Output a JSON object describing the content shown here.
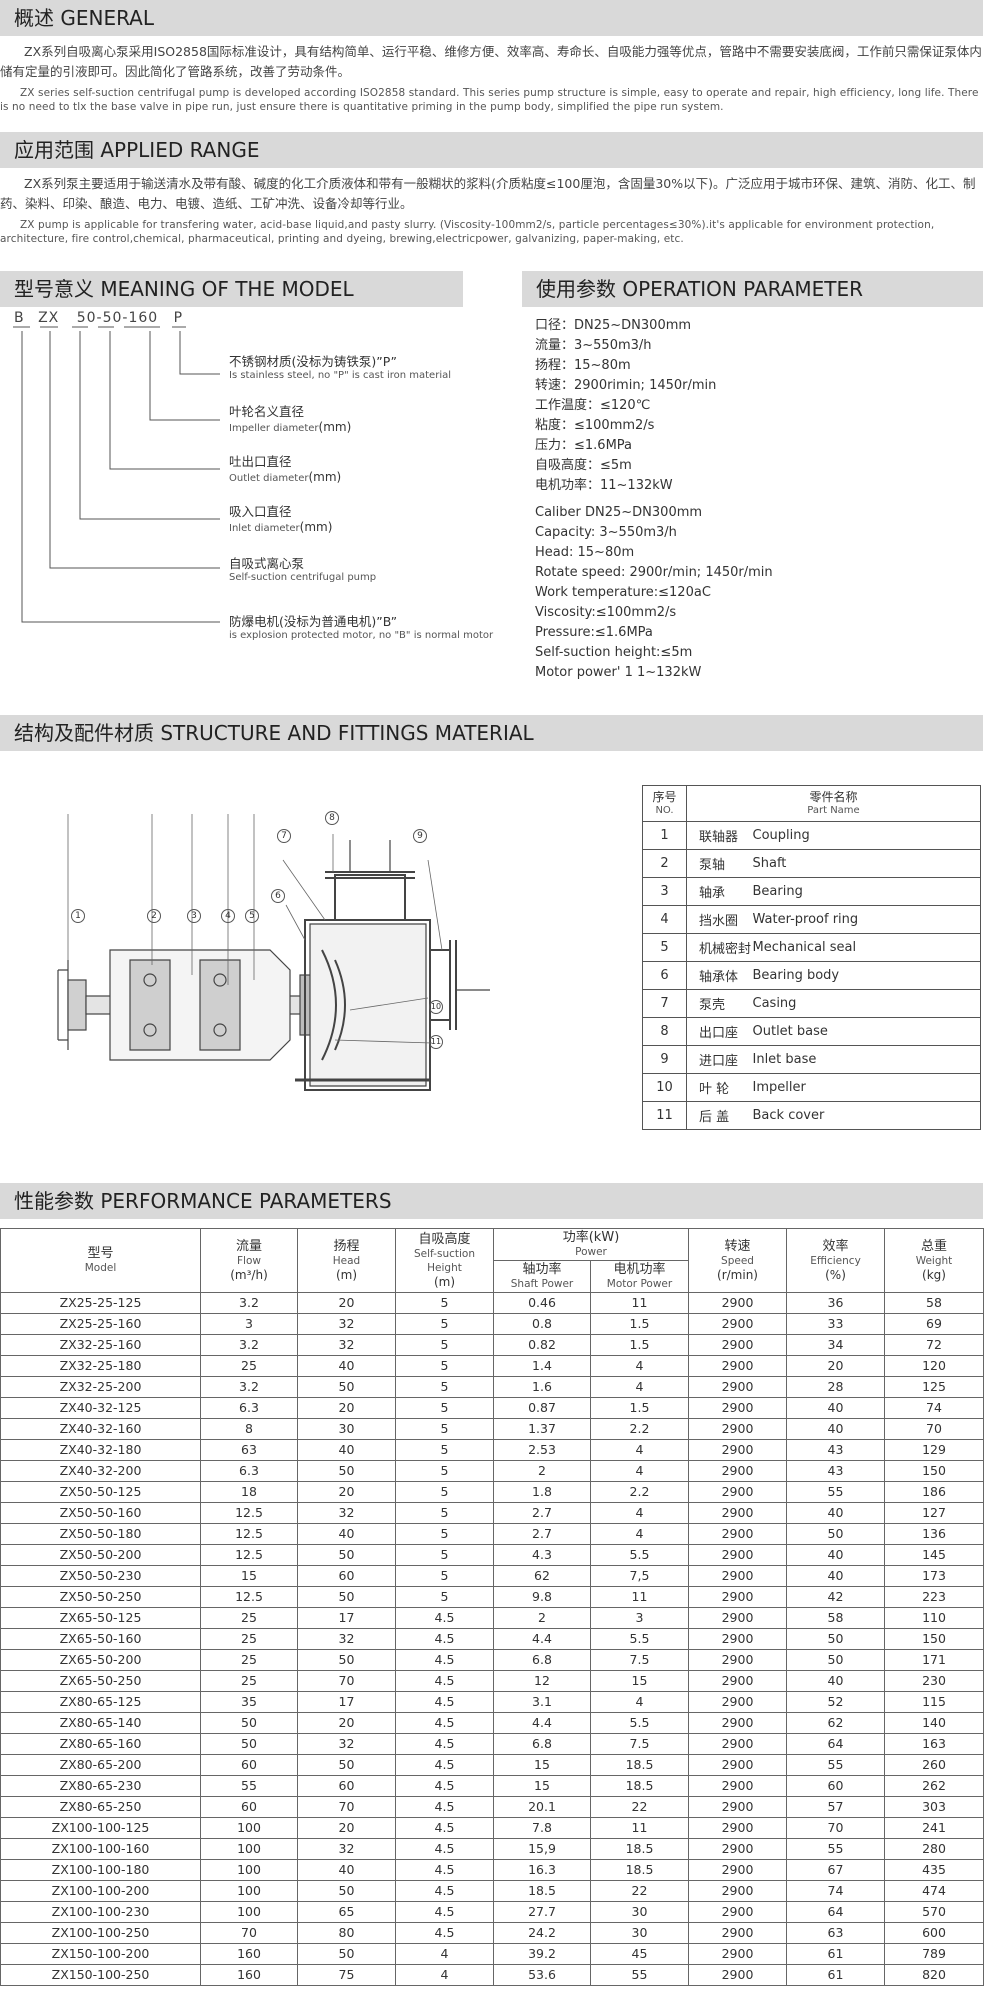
{
  "general": {
    "title": "概述 GENERAL",
    "cn": "ZX系列自吸离心泵采用ISO2858国际标准设计，具有结构简单、运行平稳、维修方便、效率高、寿命长、自吸能力强等优点，管路中不需要安装底阀，工作前只需保证泵体内储有定量的引液即可。因此简化了管路系统，改善了劳动条件。",
    "en": "ZX series self-suction centrifugal pump is developed according ISO2858 standard. This series pump structure is simple, easy to operate and repair, high efficiency, long life. There is no need to tlx the base valve in pipe run, just ensure there is quantitative priming in the pump body, simplified the pipe run system."
  },
  "applied": {
    "title": "应用范围 APPLIED RANGE",
    "cn": "ZX系列泵主要适用于输送清水及带有酸、碱度的化工介质液体和带有一般糊状的浆料(介质粘度≤100厘泡，含固量30%以下)。广泛应用于城市环保、建筑、消防、化工、制药、染料、印染、酿造、电力、电镀、造纸、工矿冲洗、设备冷却等行业。",
    "en": "ZX pump is applicable for transfering water, acid-base liquid,and pasty slurry. (Viscosity-100mm2/s, particle percentages≤30%).it's applicable for environment protection, architecture, fire control,chemical, pharmaceutical, printing and dyeing, brewing,electricpower, galvanizing, paper-making, etc."
  },
  "model": {
    "title": "型号意义 MEANING OF THE MODEL",
    "code": [
      "B",
      "ZX",
      "50",
      "-",
      "50",
      "-",
      "160",
      "P"
    ],
    "items": [
      {
        "cn": "不锈钢材质(没标为铸铁泵)”P”",
        "en": "Is stainless steel, no \"P\" is cast iron material"
      },
      {
        "cn": "叶轮名义直径",
        "en": "Impeller diameter",
        "unit": "(mm)"
      },
      {
        "cn": "吐出口直径",
        "en": "Outlet diameter",
        "unit": "(mm)"
      },
      {
        "cn": "吸入口直径",
        "en": "Inlet diameter",
        "unit": "(mm)"
      },
      {
        "cn": "自吸式离心泵",
        "en": "Self-suction centrifugal pump"
      },
      {
        "cn": "防爆电机(没标为普通电机)”B”",
        "en": "is explosion protected motor, no \"B\" is normal motor"
      }
    ]
  },
  "operation": {
    "title": "使用参数 OPERATION PARAMETER",
    "cn": [
      "口径：DN25~DN300mm",
      "流量：3~550m3/h",
      "扬程：15~80m",
      "转速：2900rimin; 1450r/min",
      "工作温度：≤120℃",
      "粘度：≤100mm2/s",
      "压力：≤1.6MPa",
      "自吸高度：≤5m",
      "电机功率：11~132kW"
    ],
    "en": [
      "Caliber DN25~DN300mm",
      "Capacity: 3~550m3/h",
      "Head: 15~80m",
      "Rotate speed: 2900r/min; 1450r/min",
      "Work temperature:≤120aC",
      "Viscosity:≤100mm2/s",
      "Pressure:≤1.6MPa",
      "Self-suction height:≤5m",
      "Motor power' 1 1~132kW"
    ]
  },
  "structure": {
    "title": "结构及配件材质 STRUCTURE AND FITTINGS MATERIAL",
    "head_no_cn": "序号",
    "head_no_en": "NO.",
    "head_name_cn": "零件名称",
    "head_name_en": "Part Name",
    "parts": [
      {
        "no": "1",
        "cn": "联轴器",
        "en": "Coupling"
      },
      {
        "no": "2",
        "cn": "泵轴",
        "en": "Shaft"
      },
      {
        "no": "3",
        "cn": "轴承",
        "en": "Bearing"
      },
      {
        "no": "4",
        "cn": "挡水圈",
        "en": "Water-proof ring"
      },
      {
        "no": "5",
        "cn": "机械密封",
        "en": "Mechanical seal"
      },
      {
        "no": "6",
        "cn": "轴承体",
        "en": "Bearing body"
      },
      {
        "no": "7",
        "cn": "泵壳",
        "en": "Casing"
      },
      {
        "no": "8",
        "cn": "出口座",
        "en": "Outlet base"
      },
      {
        "no": "9",
        "cn": "进口座",
        "en": "Inlet base"
      },
      {
        "no": "10",
        "cn": "叶 轮",
        "en": "Impeller"
      },
      {
        "no": "11",
        "cn": "后 盖",
        "en": "Back cover"
      }
    ],
    "callouts": [
      "1",
      "2",
      "3",
      "4",
      "5",
      "6",
      "7",
      "8",
      "9",
      "10",
      "11"
    ]
  },
  "performance": {
    "title": "性能参数 PERFORMANCE PARAMETERS",
    "headers": {
      "model_cn": "型号",
      "model_en": "Model",
      "flow_cn": "流量",
      "flow_en": "Flow",
      "flow_unit": "(m³/h)",
      "head_cn": "扬程",
      "head_en": "Head",
      "head_unit": "(m)",
      "suction_cn": "自吸高度",
      "suction_en": "Self-suction Height",
      "suction_unit": "(m)",
      "power_cn": "功率(kW)",
      "power_en": "Power",
      "shaft_cn": "轴功率",
      "shaft_en": "Shaft Power",
      "motor_cn": "电机功率",
      "motor_en": "Motor Power",
      "speed_cn": "转速",
      "speed_en": "Speed",
      "speed_unit": "(r/min)",
      "eff_cn": "效率",
      "eff_en": "Efficiency",
      "eff_unit": "(%)",
      "weight_cn": "总重",
      "weight_en": "Weight",
      "weight_unit": "(kg)"
    },
    "rows": [
      [
        "ZX25-25-125",
        "3.2",
        "20",
        "5",
        "0.46",
        "11",
        "2900",
        "36",
        "58"
      ],
      [
        "ZX25-25-160",
        "3",
        "32",
        "5",
        "0.8",
        "1.5",
        "2900",
        "33",
        "69"
      ],
      [
        "ZX32-25-160",
        "3.2",
        "32",
        "5",
        "0.82",
        "1.5",
        "2900",
        "34",
        "72"
      ],
      [
        "ZX32-25-180",
        "25",
        "40",
        "5",
        "1.4",
        "4",
        "2900",
        "20",
        "120"
      ],
      [
        "ZX32-25-200",
        "3.2",
        "50",
        "5",
        "1.6",
        "4",
        "2900",
        "28",
        "125"
      ],
      [
        "ZX40-32-125",
        "6.3",
        "20",
        "5",
        "0.87",
        "1.5",
        "2900",
        "40",
        "74"
      ],
      [
        "ZX40-32-160",
        "8",
        "30",
        "5",
        "1.37",
        "2.2",
        "2900",
        "40",
        "70"
      ],
      [
        "ZX40-32-180",
        "63",
        "40",
        "5",
        "2.53",
        "4",
        "2900",
        "43",
        "129"
      ],
      [
        "ZX40-32-200",
        "6.3",
        "50",
        "5",
        "2",
        "4",
        "2900",
        "43",
        "150"
      ],
      [
        "ZX50-50-125",
        "18",
        "20",
        "5",
        "1.8",
        "2.2",
        "2900",
        "55",
        "186"
      ],
      [
        "ZX50-50-160",
        "12.5",
        "32",
        "5",
        "2.7",
        "4",
        "2900",
        "40",
        "127"
      ],
      [
        "ZX50-50-180",
        "12.5",
        "40",
        "5",
        "2.7",
        "4",
        "2900",
        "50",
        "136"
      ],
      [
        "ZX50-50-200",
        "12.5",
        "50",
        "5",
        "4.3",
        "5.5",
        "2900",
        "40",
        "145"
      ],
      [
        "ZX50-50-230",
        "15",
        "60",
        "5",
        "62",
        "7,5",
        "2900",
        "40",
        "173"
      ],
      [
        "ZX50-50-250",
        "12.5",
        "50",
        "5",
        "9.8",
        "11",
        "2900",
        "42",
        "223"
      ],
      [
        "ZX65-50-125",
        "25",
        "17",
        "4.5",
        "2",
        "3",
        "2900",
        "58",
        "110"
      ],
      [
        "ZX65-50-160",
        "25",
        "32",
        "4.5",
        "4.4",
        "5.5",
        "2900",
        "50",
        "150"
      ],
      [
        "ZX65-50-200",
        "25",
        "50",
        "4.5",
        "6.8",
        "7.5",
        "2900",
        "50",
        "171"
      ],
      [
        "ZX65-50-250",
        "25",
        "70",
        "4.5",
        "12",
        "15",
        "2900",
        "40",
        "230"
      ],
      [
        "ZX80-65-125",
        "35",
        "17",
        "4.5",
        "3.1",
        "4",
        "2900",
        "52",
        "115"
      ],
      [
        "ZX80-65-140",
        "50",
        "20",
        "4.5",
        "4.4",
        "5.5",
        "2900",
        "62",
        "140"
      ],
      [
        "ZX80-65-160",
        "50",
        "32",
        "4.5",
        "6.8",
        "7.5",
        "2900",
        "64",
        "163"
      ],
      [
        "ZX80-65-200",
        "60",
        "50",
        "4.5",
        "15",
        "18.5",
        "2900",
        "55",
        "260"
      ],
      [
        "ZX80-65-230",
        "55",
        "60",
        "4.5",
        "15",
        "18.5",
        "2900",
        "60",
        "262"
      ],
      [
        "ZX80-65-250",
        "60",
        "70",
        "4.5",
        "20.1",
        "22",
        "2900",
        "57",
        "303"
      ],
      [
        "ZX100-100-125",
        "100",
        "20",
        "4.5",
        "7.8",
        "11",
        "2900",
        "70",
        "241"
      ],
      [
        "ZX100-100-160",
        "100",
        "32",
        "4.5",
        "15,9",
        "18.5",
        "2900",
        "55",
        "280"
      ],
      [
        "ZX100-100-180",
        "100",
        "40",
        "4.5",
        "16.3",
        "18.5",
        "2900",
        "67",
        "435"
      ],
      [
        "ZX100-100-200",
        "100",
        "50",
        "4.5",
        "18.5",
        "22",
        "2900",
        "74",
        "474"
      ],
      [
        "ZX100-100-230",
        "100",
        "65",
        "4.5",
        "27.7",
        "30",
        "2900",
        "64",
        "570"
      ],
      [
        "ZX100-100-250",
        "70",
        "80",
        "4.5",
        "24.2",
        "30",
        "2900",
        "63",
        "600"
      ],
      [
        "ZX150-100-200",
        "160",
        "50",
        "4",
        "39.2",
        "45",
        "2900",
        "61",
        "789"
      ],
      [
        "ZX150-100-250",
        "160",
        "75",
        "4",
        "53.6",
        "55",
        "2900",
        "61",
        "820"
      ]
    ]
  }
}
